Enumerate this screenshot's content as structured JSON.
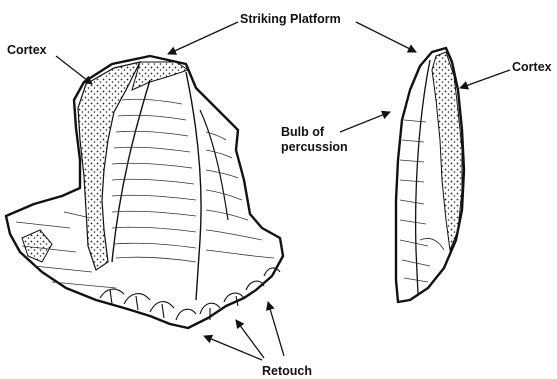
{
  "labels": {
    "striking_platform": "Striking Platform",
    "cortex_left": "Cortex",
    "cortex_right": "Cortex",
    "bulb_line1": "Bulb of",
    "bulb_line2": "percussion",
    "retouch": "Retouch"
  }
}
